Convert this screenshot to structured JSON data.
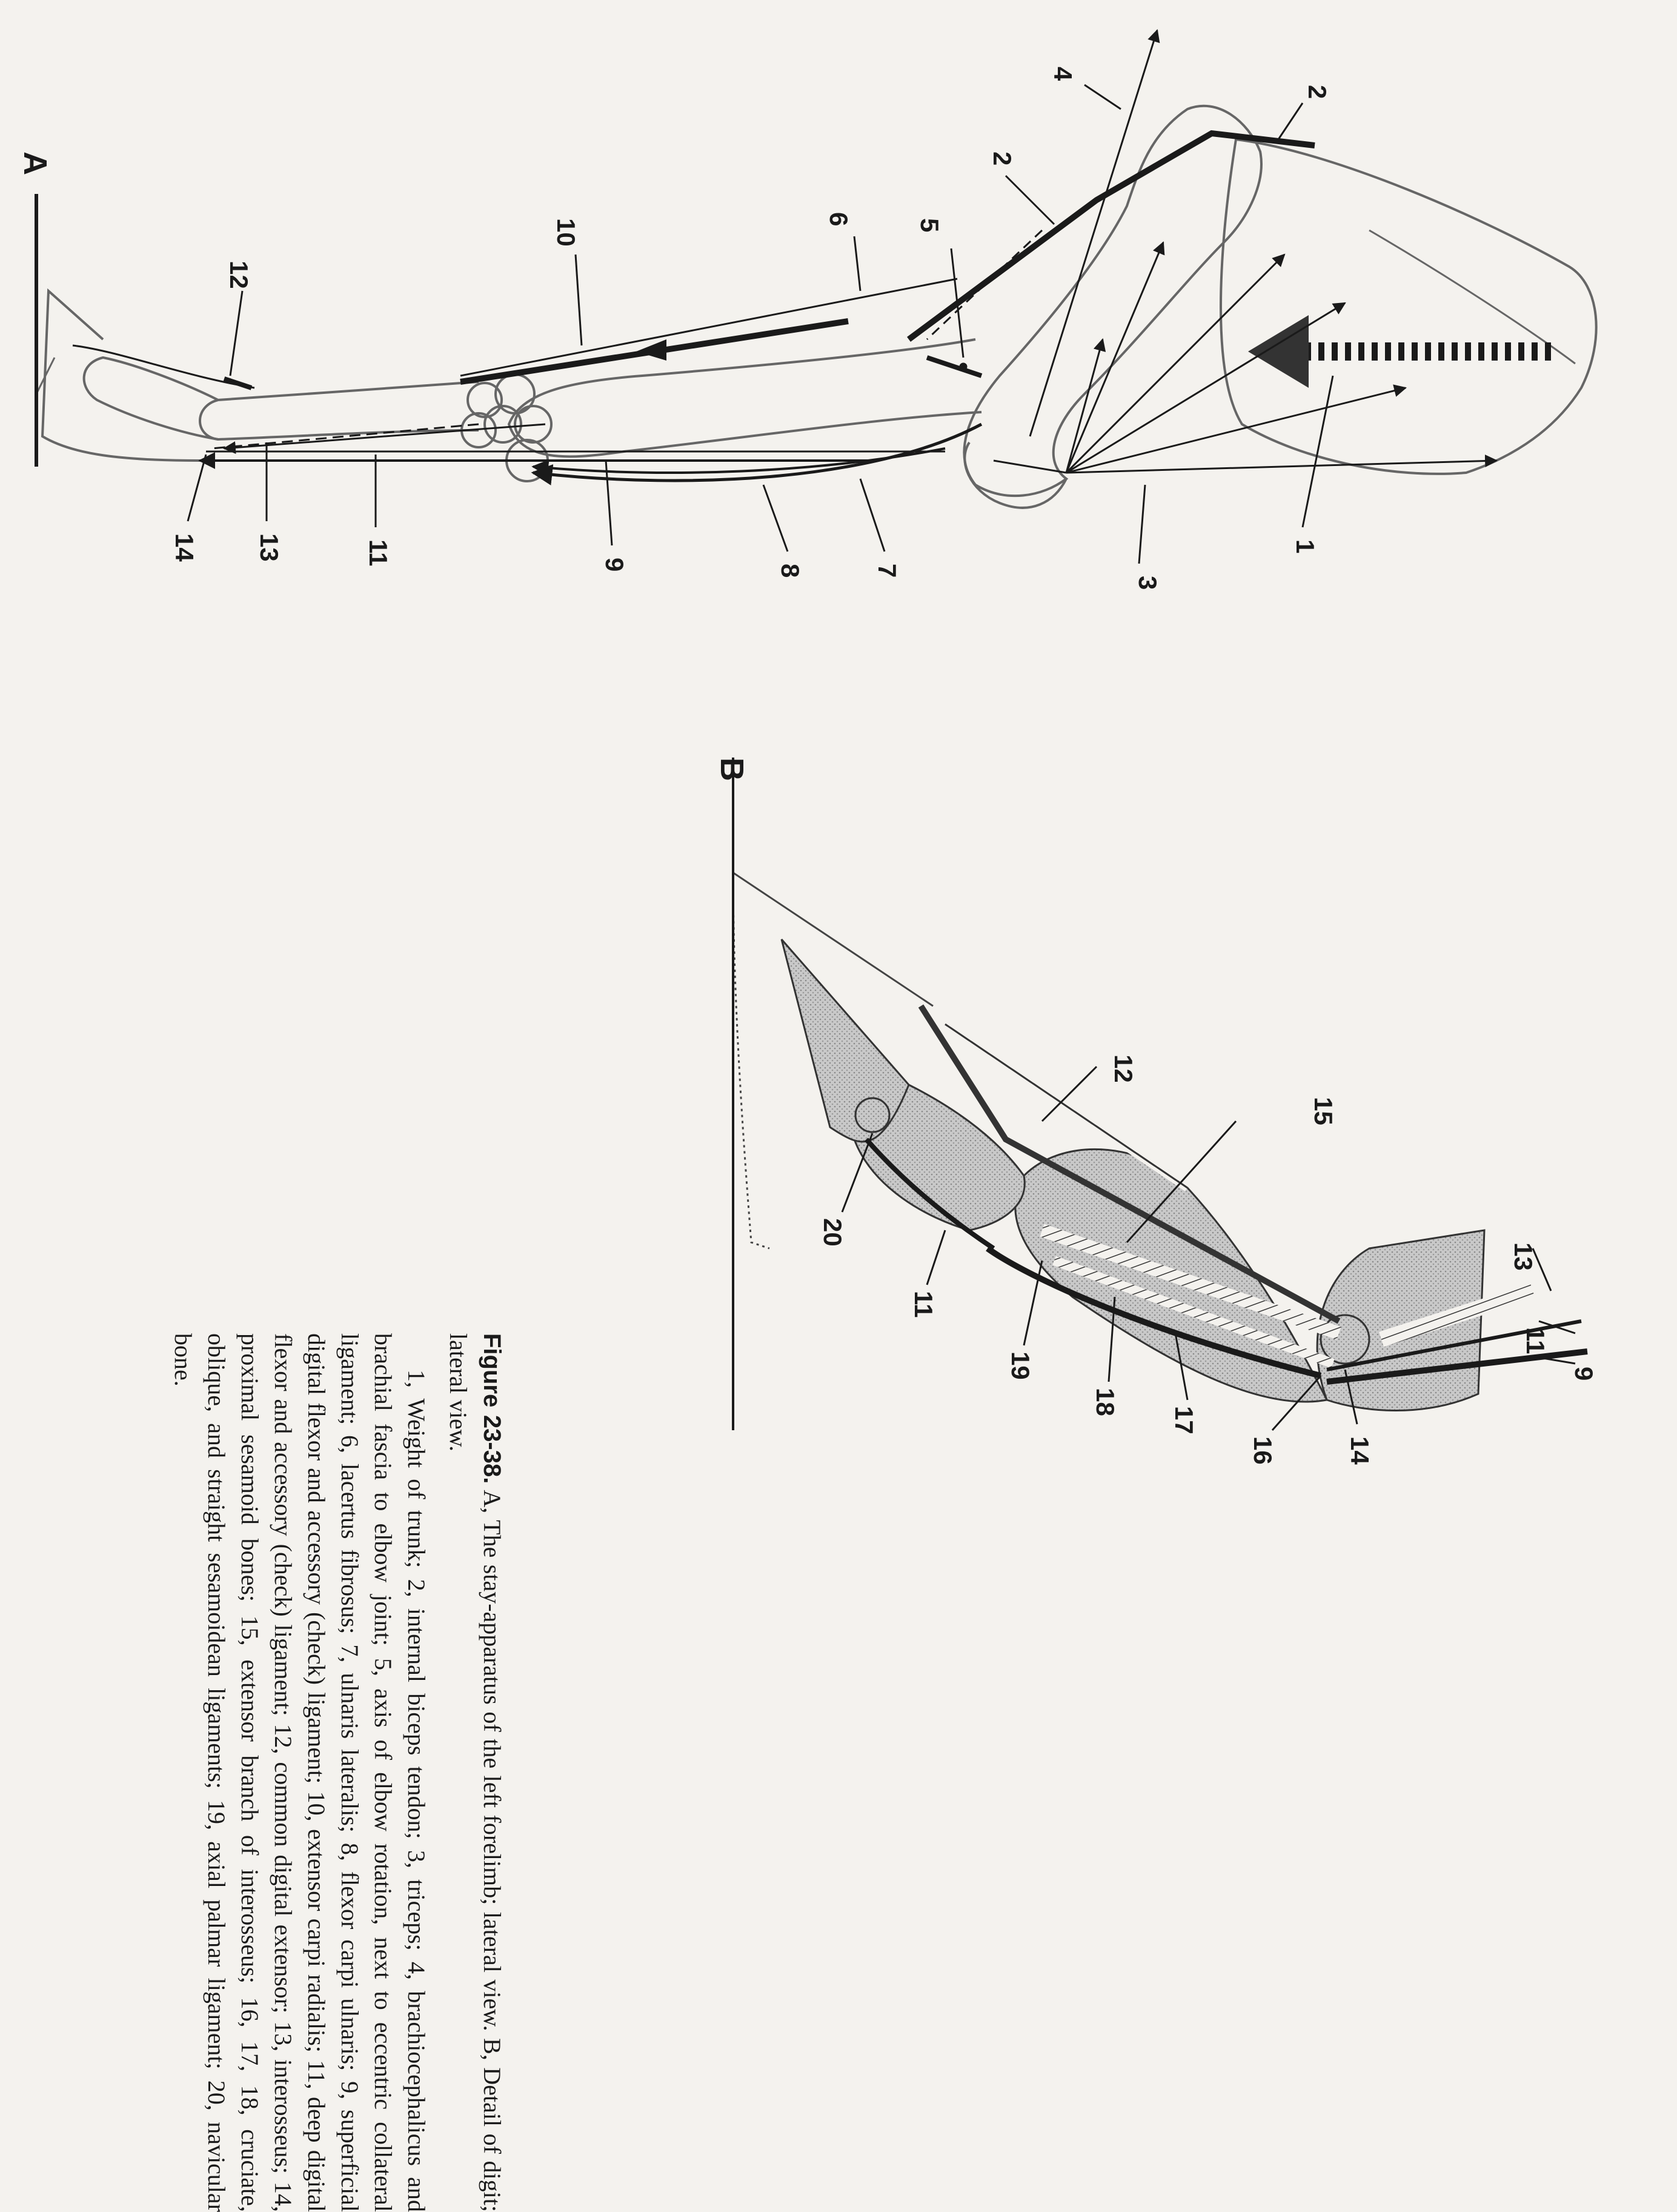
{
  "panel_a": {
    "letter": "A",
    "callouts": [
      "1",
      "2",
      "2",
      "3",
      "4",
      "5",
      "6",
      "7",
      "8",
      "9",
      "10",
      "11",
      "12",
      "13",
      "14"
    ]
  },
  "panel_b": {
    "letter": "B",
    "callouts": [
      "9",
      "11",
      "13",
      "12",
      "15",
      "14",
      "16",
      "17",
      "18",
      "19",
      "11",
      "20"
    ]
  },
  "caption": {
    "figure_label": "Figure 23-38.",
    "title": "A, The stay-apparatus of the left forelimb; lateral view. B, Detail of digit; lateral view.",
    "legend": "1, Weight of trunk; 2, internal biceps tendon; 3, triceps; 4, brachiocephalicus and brachial fascia to elbow joint; 5, axis of elbow rotation, next to eccentric collateral ligament; 6, lacertus fibrosus; 7, ulnaris lateralis; 8, flexor carpi ulnaris; 9, superficial digital flexor and accessory (check) ligament; 10, extensor carpi radialis; 11, deep digital flexor and accessory (check) ligament; 12, common digital extensor; 13, interosseus; 14, proximal sesamoid bones; 15, extensor branch of interosseus; 16, 17, 18, cruciate, oblique, and straight sesamoidean ligaments; 19, axial palmar ligament; 20, navicular bone."
  }
}
